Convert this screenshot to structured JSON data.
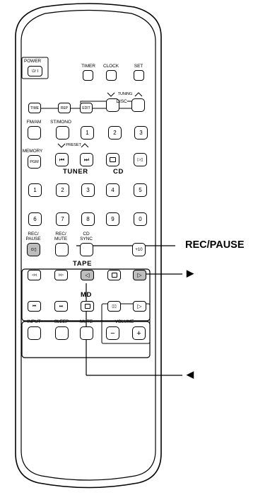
{
  "labels": {
    "power": "POWER",
    "power_btn": "⏻/ I",
    "timer": "TIMER",
    "clock": "CLOCK",
    "set": "SET",
    "tuning": "TUNING",
    "time": "TIME",
    "rep": "REP",
    "edit": "EDIT",
    "fm_am": "FM/AM",
    "st_mono": "ST/MONO",
    "disc": "DISC",
    "memory": "MEMORY",
    "preset": "PRESET",
    "pgm": "PGM",
    "tuner": "TUNER",
    "cd": "CD",
    "rec_pause_btn_label": "REC/\nPAUSE",
    "rec_mute": "REC/\nMUTE",
    "cd_sync": "CD\nSYNC",
    "plus10": "+10",
    "tape": "TAPE",
    "md": "MD",
    "input": "INPUT",
    "sleep": "SLEEP",
    "mute": "MUTE",
    "volume": "VOLUME",
    "vol_minus": "−",
    "vol_plus": "+"
  },
  "disc_numbers": [
    "1",
    "2",
    "3"
  ],
  "number_keys": [
    "1",
    "2",
    "3",
    "4",
    "5",
    "6",
    "7",
    "8",
    "9",
    "0"
  ],
  "callouts": {
    "rec_pause": "REC/PAUSE",
    "play_forward": "▶",
    "play_reverse": "◀"
  }
}
